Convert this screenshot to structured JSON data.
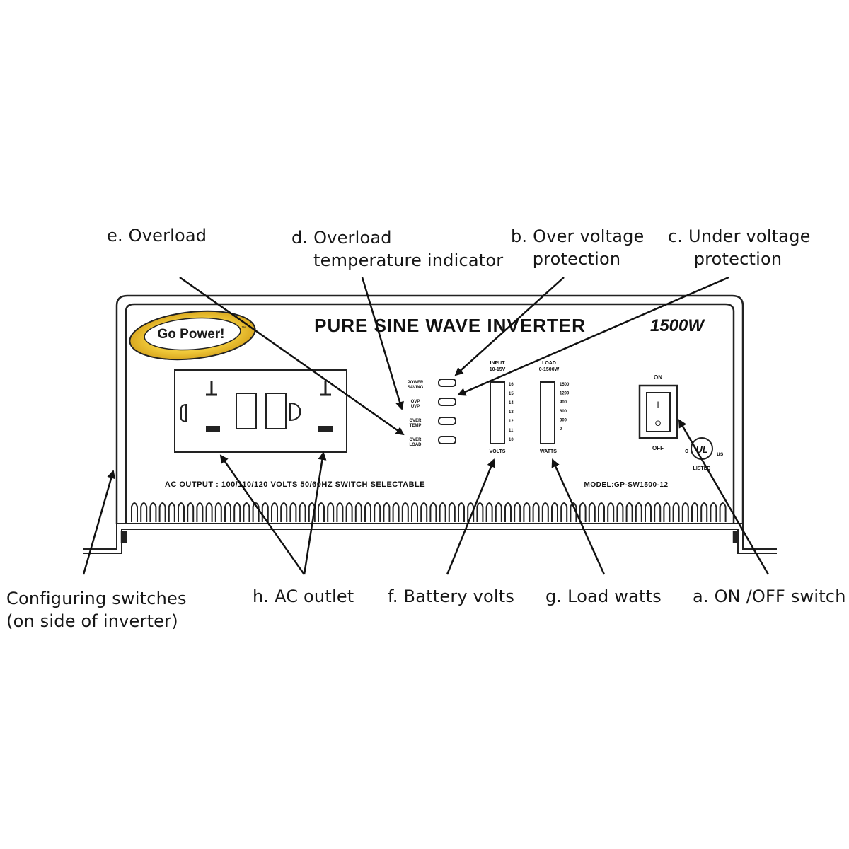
{
  "device": {
    "logo_text": "Go Power!",
    "logo_tm": "™",
    "title": "PURE SINE WAVE INVERTER",
    "rating": "1500W",
    "ac_output_label": "AC OUTPUT : 100/110/120 VOLTS  50/60HZ  SWITCH  SELECTABLE",
    "model_label": "MODEL:GP-SW1500-12",
    "switch_on": "ON",
    "switch_off": "OFF",
    "switch_mark_on": "I",
    "switch_mark_off": "O",
    "ul_c": "c",
    "ul_us": "us",
    "ul_listed": "LISTED",
    "ul_text": "UL",
    "indicators": [
      {
        "line1": "POWER",
        "line2": "SAVING"
      },
      {
        "line1": "OVP",
        "line2": "UVP"
      },
      {
        "line1": "OVER",
        "line2": "TEMP"
      },
      {
        "line1": "OVER",
        "line2": "LOAD"
      }
    ],
    "volts_meter": {
      "header1": "INPUT",
      "header2": "10-15V",
      "ticks": [
        "16",
        "15",
        "14",
        "13",
        "12",
        "11",
        "10"
      ],
      "footer": "VOLTS"
    },
    "watts_meter": {
      "header1": "LOAD",
      "header2": "0-1500W",
      "ticks": [
        "1500",
        "1200",
        "900",
        "600",
        "300",
        "0"
      ],
      "footer": "WATTS"
    }
  },
  "callouts": {
    "overload": "e. Overload",
    "temp_indicator": [
      "d. Overload",
      "temperature indicator"
    ],
    "over_voltage": [
      "b. Over voltage",
      "protection"
    ],
    "under_voltage": [
      "c. Under voltage",
      "protection"
    ],
    "config_switches": [
      "Configuring switches",
      "(on side of inverter)"
    ],
    "ac_outlet": "h. AC outlet",
    "battery_volts": "f. Battery volts",
    "load_watts": "g. Load watts",
    "on_off": "a. ON /OFF switch"
  }
}
